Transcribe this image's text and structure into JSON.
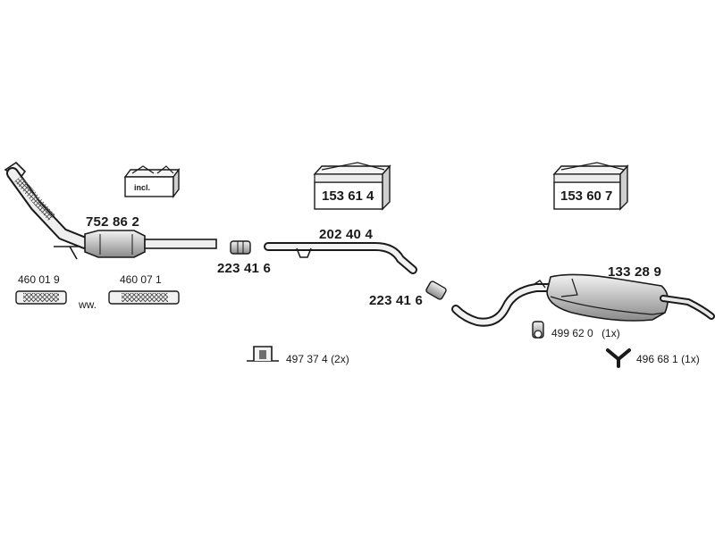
{
  "parts": {
    "catalytic_converter": {
      "number": "752 86 2"
    },
    "kit_included": {
      "label": "incl."
    },
    "box_front": {
      "number": "153 61 4"
    },
    "box_rear": {
      "number": "153 60 7"
    },
    "clamp_front": {
      "number": "223 41 6"
    },
    "middle_pipe": {
      "number": "202 40 4"
    },
    "clamp_rear": {
      "number": "223 41 6"
    },
    "rear_silencer": {
      "number": "133 28 9"
    },
    "flex_pipe_a": {
      "number": "460 01 9"
    },
    "flex_pipe_b": {
      "number": "460 07 1"
    },
    "alt_label": {
      "text": "ww."
    },
    "mount_bracket": {
      "number": "497 37 4",
      "qty": "(2x)"
    },
    "rubber_mount": {
      "number": "499 62 0",
      "qty": "(1x)"
    },
    "hanger_y": {
      "number": "496 68 1",
      "qty": "(1x)"
    }
  },
  "colors": {
    "line": "#1a1a1a",
    "fill_light": "#d9d9d9",
    "fill_dark": "#6e6e6e"
  }
}
